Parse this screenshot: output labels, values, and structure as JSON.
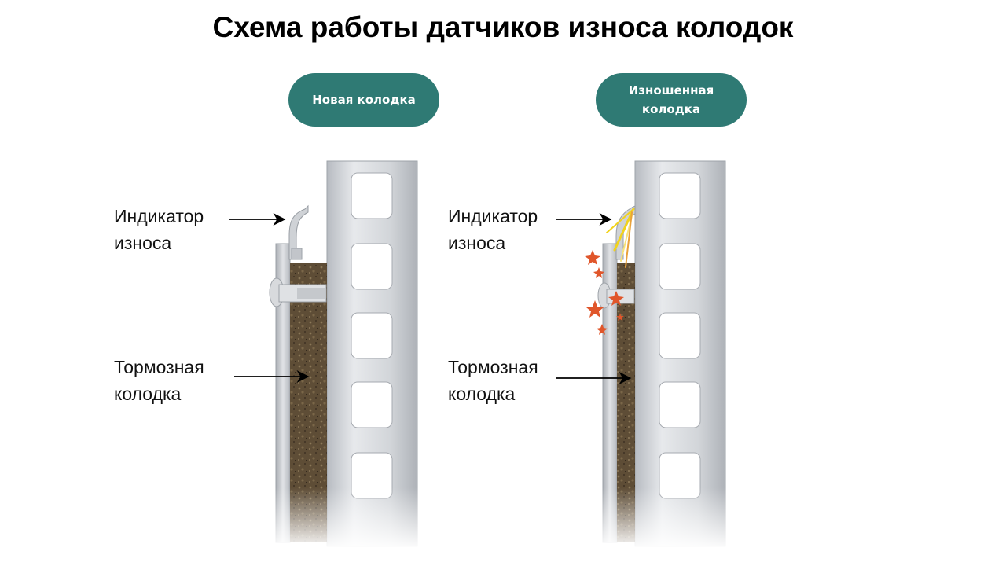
{
  "title": "Схема работы датчиков износа колодок",
  "panels": {
    "new": {
      "badge": "Новая колодка",
      "indicator_label_1": "Индикатор",
      "indicator_label_2": "износа",
      "pad_label_1": "Тормозная",
      "pad_label_2": "колодка"
    },
    "worn": {
      "badge": "Изношенная колодка",
      "indicator_label_1": "Индикатор",
      "indicator_label_2": "износа",
      "pad_label_1": "Тормозная",
      "pad_label_2": "колодка"
    }
  },
  "colors": {
    "badge": "#2f7a74",
    "disc": "#c9ccd1",
    "pad_material": "#5b4a34",
    "spark": "#e0562b",
    "spark_yellow": "#f2d31c"
  }
}
